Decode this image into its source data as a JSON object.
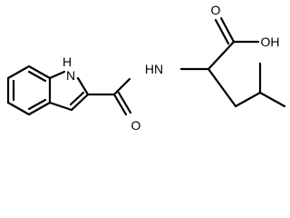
{
  "labels": {
    "nh_indole": "H",
    "nh_indole_n": "N",
    "nh_amide": "HN",
    "carbonyl_o": "O",
    "acid_o": "O",
    "acid_oh": "OH"
  }
}
